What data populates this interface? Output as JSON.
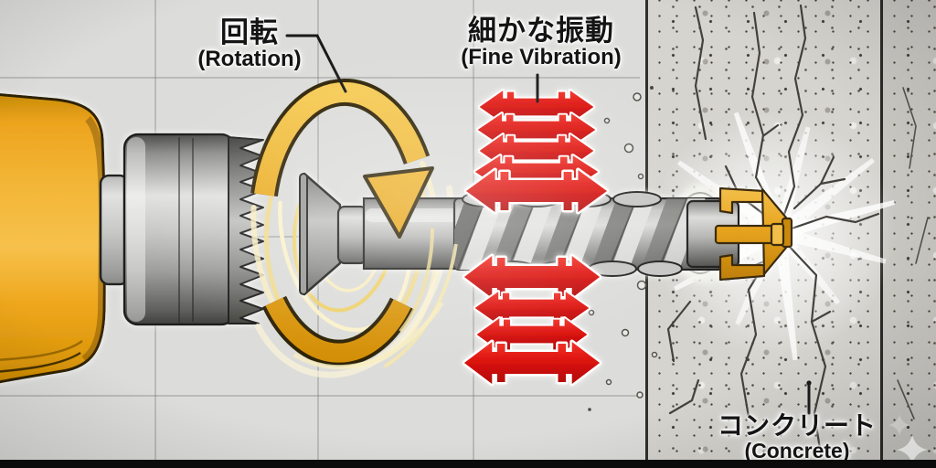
{
  "labels": {
    "rotation": {
      "ja": "回転",
      "en": "(Rotation)"
    },
    "vibration": {
      "ja": "細かな振動",
      "en": "(Fine Vibration)"
    },
    "concrete": {
      "ja": "コンクリート",
      "en": "(Concrete)"
    }
  },
  "colors": {
    "background": "#DCDCDA",
    "drill_body_yellow": "#EDA41E",
    "rotation_gold": "#E8A513",
    "vibration_red": "#DD1310",
    "concrete_gray": "#D5D4CF",
    "label_text": "#141414"
  },
  "icons": {
    "rotation_arrow": "clockwise-sweep-arrow-ring",
    "vibration_arrows": "stacked-double-headed-horizontal-arrows",
    "sparkle": "four-point-sparkle-pair"
  }
}
